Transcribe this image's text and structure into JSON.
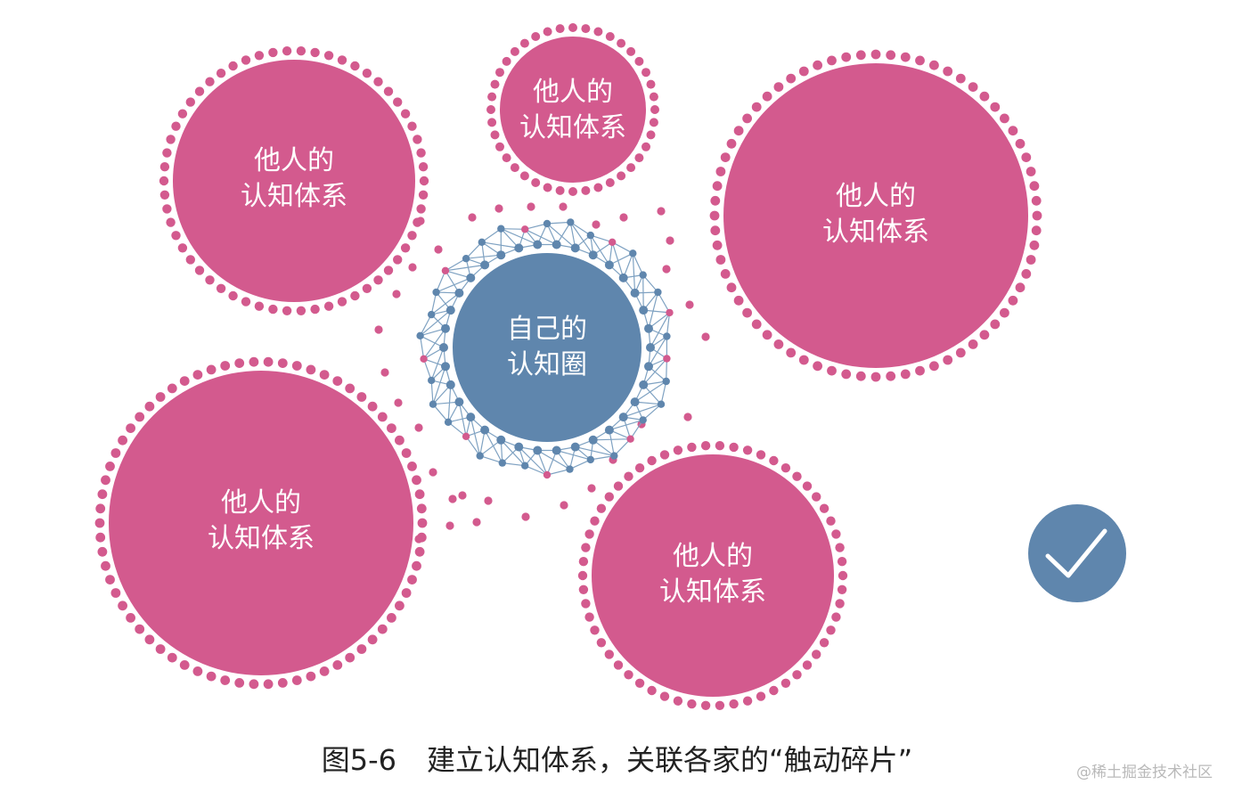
{
  "colors": {
    "others_fill": "#d35a8e",
    "others_dots": "#d35a8e",
    "self_fill": "#5f86ad",
    "self_dots": "#5f86ad",
    "network_lines": "#7fa2c2",
    "check_fill": "#5f86ad",
    "text": "#ffffff"
  },
  "others_label": {
    "line1": "他人的",
    "line2": "认知体系"
  },
  "self_label": {
    "line1": "自己的",
    "line2": "认知圈"
  },
  "caption": {
    "figure_number": "图5-6",
    "text": "建立认知体系，关联各家的“触动碎片”"
  },
  "watermark": "@稀土掘金技术社区",
  "icons": {
    "check": "checkmark-icon"
  }
}
